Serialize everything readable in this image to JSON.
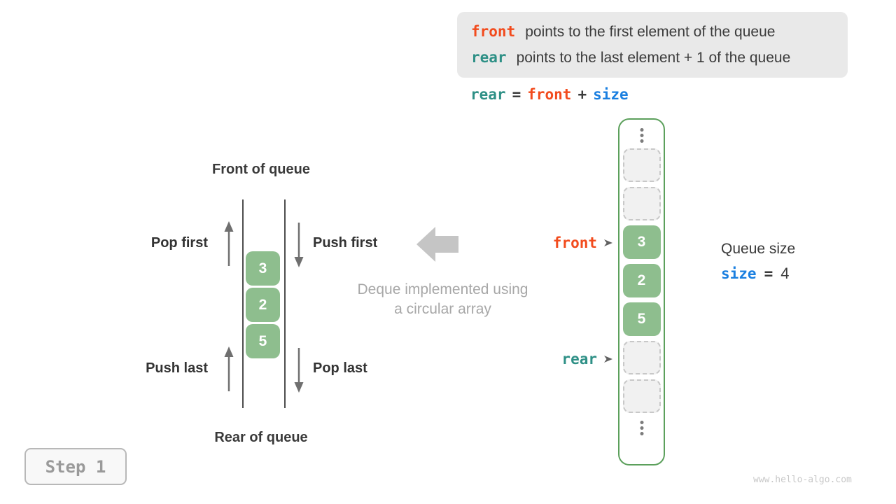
{
  "colors": {
    "orange": "#f24b1d",
    "teal": "#2e9086",
    "blue": "#1a7fe0",
    "green_fill": "#8ebe8e",
    "green_border": "#5ca05c",
    "dark": "#3b3b3b"
  },
  "info_box": {
    "lines": [
      {
        "code": "front",
        "text": "points to the first element of the queue"
      },
      {
        "code": "rear",
        "text": "points to the last element + 1 of the queue"
      }
    ]
  },
  "formula": {
    "rear": "rear",
    "eq": "=",
    "front": "front",
    "plus": "+",
    "size": "size"
  },
  "deque": {
    "front_title": "Front of queue",
    "rear_title": "Rear of queue",
    "pop_first": "Pop first",
    "push_first": "Push first",
    "push_last": "Push last",
    "pop_last": "Pop last",
    "cells": [
      "3",
      "2",
      "5"
    ]
  },
  "caption": {
    "line1": "Deque implemented using",
    "line2": "a circular array"
  },
  "array": {
    "front_label": "front",
    "rear_label": "rear",
    "cells": [
      {
        "value": "",
        "state": "empty"
      },
      {
        "value": "",
        "state": "empty"
      },
      {
        "value": "3",
        "state": "filled"
      },
      {
        "value": "2",
        "state": "filled"
      },
      {
        "value": "5",
        "state": "filled"
      },
      {
        "value": "",
        "state": "empty"
      },
      {
        "value": "",
        "state": "empty"
      }
    ]
  },
  "queue_size": {
    "title": "Queue size",
    "var": "size",
    "eq": "=",
    "value": "4"
  },
  "step_label": "Step 1",
  "watermark": "www.hello-algo.com"
}
